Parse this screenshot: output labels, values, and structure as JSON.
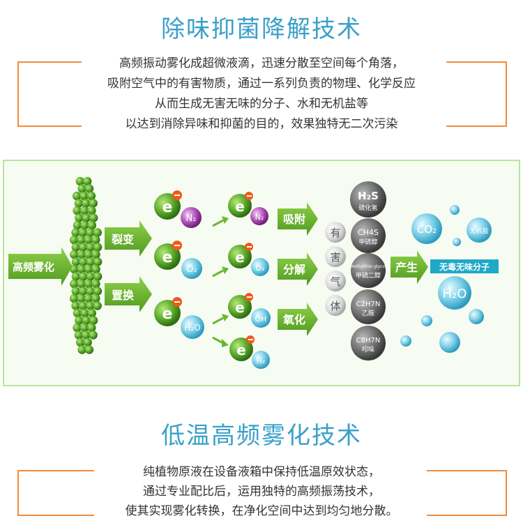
{
  "section1": {
    "title": "除味抑菌降解技术",
    "lines": [
      "高频振动雾化成超微液滴，迅速分散至空间每个角落，",
      "吸附空气中的有害物质，通过一系列负责的物理、化学反应",
      "从而生成无害无味的分子、水和无机盐等",
      "以达到消除异味和抑菌的目的，效果独特无二次污染"
    ]
  },
  "diagram": {
    "start_label": "高频雾化",
    "split_label": "裂变",
    "replace_label": "置换",
    "e": "e",
    "species": [
      "N₂",
      "O₂",
      "H₂O"
    ],
    "products": [
      "N₂",
      "O₂",
      "OH",
      "H₂"
    ],
    "actions": [
      "吸附",
      "分解",
      "氧化"
    ],
    "harmful_chars": [
      "有",
      "害",
      "气",
      "体"
    ],
    "harmful_gases": [
      {
        "formula": "H₂S",
        "name": "硫化氢"
      },
      {
        "formula": "CH4S",
        "name": "甲硫醇"
      },
      {
        "formula": "Methylthio glycol",
        "name": "甲硫二醇"
      },
      {
        "formula": "C2H7N",
        "name": "乙胺"
      },
      {
        "formula": "C8H7N",
        "name": "吲哚"
      }
    ],
    "produce_label": "产生",
    "result_label": "无毒无味分子",
    "co2": "CO₂",
    "inorganic": "无机盐",
    "h2o": "H₂O",
    "colors": {
      "green": "#6ab82e",
      "orange": "#f28a3a",
      "blue": "#3aa0c8"
    }
  },
  "section2": {
    "title": "低温高频雾化技术",
    "lines": [
      "纯植物原液在设备液箱中保持低温原效状态，",
      "通过专业配比后，运用独特的高频振荡技术，",
      "使其实现雾化转换，在净化空间中达到均匀地分散。"
    ]
  }
}
